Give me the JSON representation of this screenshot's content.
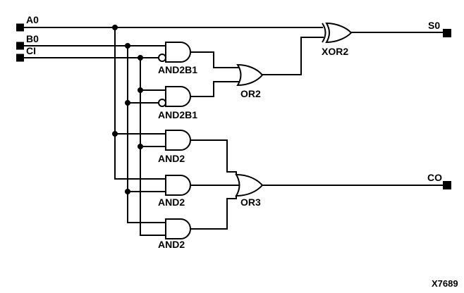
{
  "figure": {
    "caption": "X7689",
    "colors": {
      "line": "#000000",
      "background": "#ffffff"
    },
    "inputs": [
      {
        "label": "A0"
      },
      {
        "label": "B0"
      },
      {
        "label": "CI"
      }
    ],
    "outputs": [
      {
        "label": "S0"
      },
      {
        "label": "CO"
      }
    ],
    "gates": [
      {
        "type": "AND2B1",
        "label": "AND2B1"
      },
      {
        "type": "AND2B1",
        "label": "AND2B1"
      },
      {
        "type": "OR2",
        "label": "OR2"
      },
      {
        "type": "XOR2",
        "label": "XOR2"
      },
      {
        "type": "AND2",
        "label": "AND2"
      },
      {
        "type": "AND2",
        "label": "AND2"
      },
      {
        "type": "AND2",
        "label": "AND2"
      },
      {
        "type": "OR3",
        "label": "OR3"
      }
    ],
    "nets": [
      {
        "from": "A0",
        "to": [
          "XOR2 input 1",
          "AND2 #1 input 1",
          "AND2 #2 input 1"
        ]
      },
      {
        "from": "B0",
        "to": [
          "AND2B1 #1 input 1",
          "AND2B1 #2 inverted input",
          "AND2 #2 input 2",
          "AND2 #3 input 1"
        ]
      },
      {
        "from": "CI",
        "to": [
          "AND2B1 #1 inverted input",
          "AND2B1 #2 input 1",
          "AND2 #1 input 2",
          "AND2 #3 input 2"
        ]
      },
      {
        "from": "AND2B1 #1",
        "to": [
          "OR2 input 1"
        ]
      },
      {
        "from": "AND2B1 #2",
        "to": [
          "OR2 input 2"
        ]
      },
      {
        "from": "OR2",
        "to": [
          "XOR2 input 2"
        ]
      },
      {
        "from": "XOR2",
        "to": [
          "S0"
        ]
      },
      {
        "from": "AND2 #1",
        "to": [
          "OR3 input 1"
        ]
      },
      {
        "from": "AND2 #2",
        "to": [
          "OR3 input 2"
        ]
      },
      {
        "from": "AND2 #3",
        "to": [
          "OR3 input 3"
        ]
      },
      {
        "from": "OR3",
        "to": [
          "CO"
        ]
      }
    ]
  }
}
